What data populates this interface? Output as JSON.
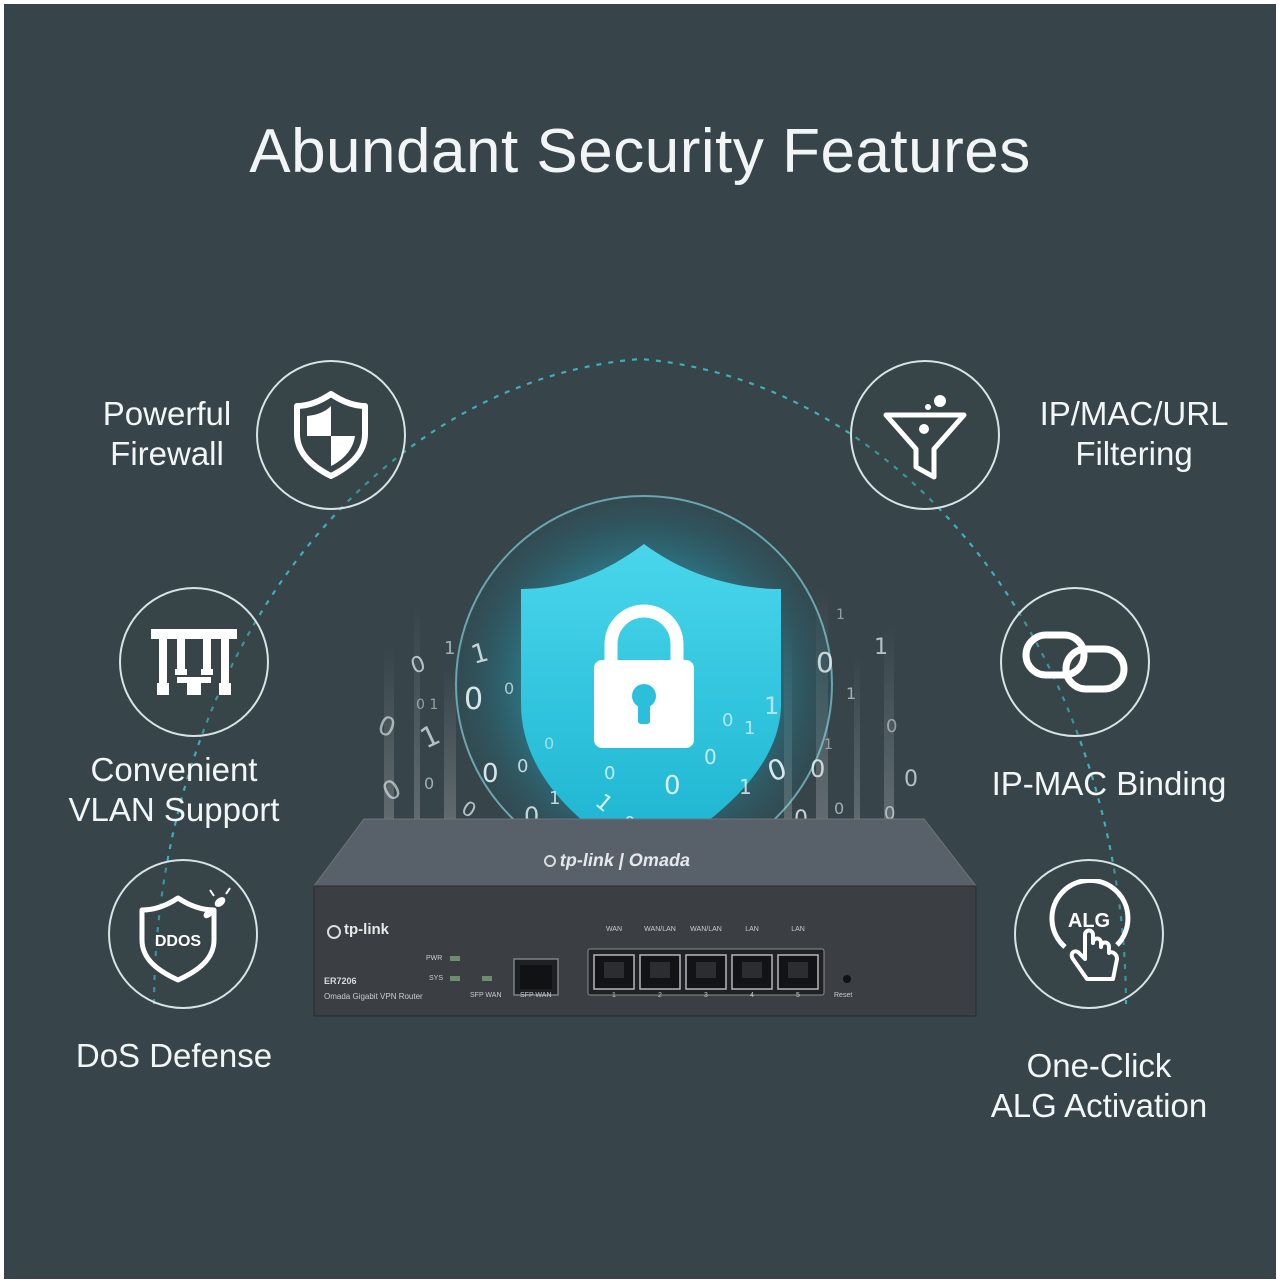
{
  "title": "Abundant Security Features",
  "features": [
    {
      "lines": [
        "Powerful",
        "Firewall"
      ],
      "icon": "shield-icon"
    },
    {
      "lines": [
        "Convenient",
        "VLAN Support"
      ],
      "icon": "vlan-icon"
    },
    {
      "lines": [
        "DoS Defense"
      ],
      "icon": "ddos-shield-icon",
      "icon_text": "DDOS"
    },
    {
      "lines": [
        "IP/MAC/URL",
        "Filtering"
      ],
      "icon": "filter-funnel-icon"
    },
    {
      "lines": [
        "IP-MAC Binding"
      ],
      "icon": "link-icon"
    },
    {
      "lines": [
        "One-Click",
        "ALG Activation"
      ],
      "icon": "alg-click-icon",
      "icon_text": "ALG"
    }
  ],
  "router": {
    "brand": "tp-link",
    "top_brand": "tp-link | Omada",
    "model": "ER7206",
    "subtitle": "Omada Gigabit VPN Router",
    "led_pwr": "PWR",
    "led_sys": "SYS",
    "sfp_wan_led": "SFP WAN",
    "sfp_wan_port": "SFP WAN",
    "port_headers": [
      "WAN",
      "WAN/LAN",
      "WAN/LAN",
      "LAN",
      "LAN"
    ],
    "port_numbers": [
      "1",
      "2",
      "3",
      "4",
      "5"
    ],
    "reset": "Reset"
  },
  "colors": {
    "background": "#374449",
    "accent_cyan": "#2ec4dd",
    "circle_stroke": "#d9e2e5",
    "router_body": "#3a3d40"
  }
}
